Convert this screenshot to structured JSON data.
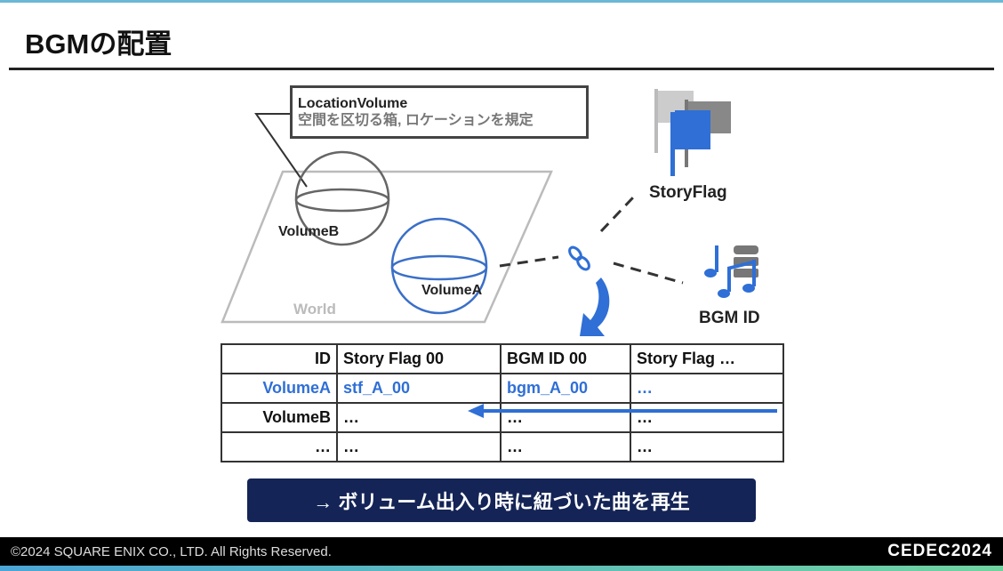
{
  "title": "BGMの配置",
  "callout": {
    "line1": "LocationVolume",
    "line2": "空間を区切る箱, ロケーションを規定"
  },
  "labels": {
    "volume_b": "VolumeB",
    "volume_a": "VolumeA",
    "world": "World",
    "story_flag": "StoryFlag",
    "bgm_id": "BGM ID"
  },
  "table": {
    "headers": [
      "ID",
      "Story Flag 00",
      "BGM ID 00",
      "Story Flag …"
    ],
    "rows": [
      [
        "VolumeA",
        "stf_A_00",
        "bgm_A_00",
        "…"
      ],
      [
        "VolumeB",
        "…",
        "…",
        "…"
      ],
      [
        "…",
        "…",
        "…",
        "…"
      ]
    ]
  },
  "button": "→ ボリューム出入り時に紐づいた曲を再生",
  "footer": {
    "copyright": "©2024 SQUARE ENIX CO., LTD. All Rights Reserved.",
    "logo": "CEDEC2024"
  },
  "colors": {
    "accent": "#2f6fd6",
    "navy": "#142456"
  }
}
